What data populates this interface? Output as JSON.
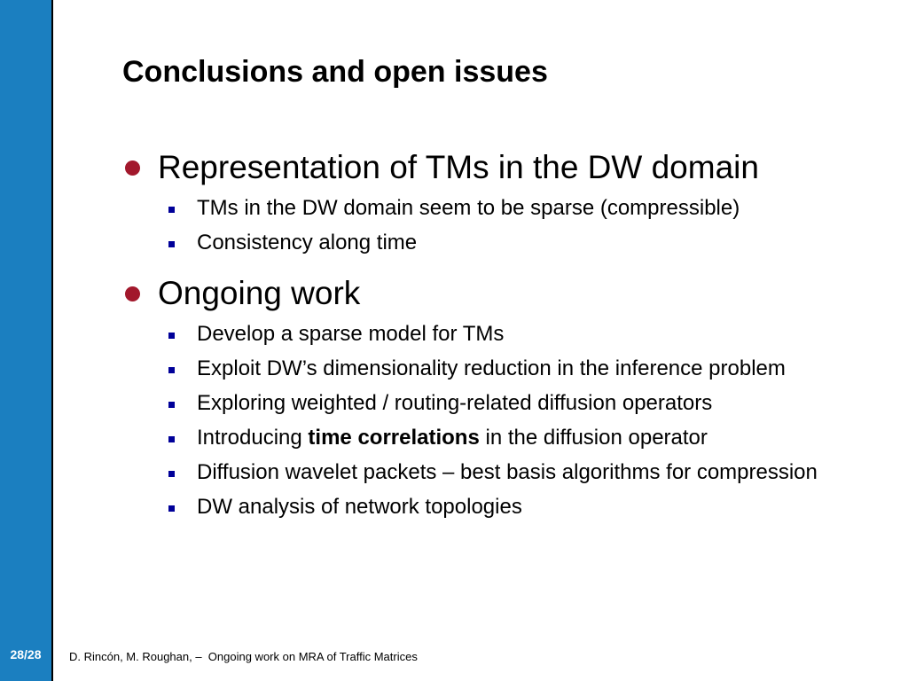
{
  "slide": {
    "title": "Conclusions and open issues",
    "page_number": "28/28",
    "footer": "D. Rincón, M. Roughan, –  Ongoing work on MRA of Traffic Matrices",
    "sections": [
      {
        "heading": "Representation of TMs in the DW domain",
        "items": [
          "TMs in the DW domain seem to be sparse (compressible)",
          "Consistency along time"
        ]
      },
      {
        "heading": "Ongoing work",
        "items": [
          "Develop a sparse model for TMs",
          "Exploit DW’s dimensionality reduction in the inference problem",
          "Exploring weighted / routing-related diffusion operators",
          {
            "before": "Introducing ",
            "bold": "time correlations",
            "after": " in the diffusion operator"
          },
          "Diffusion wavelet packets – best basis algorithms for compression",
          "DW analysis of network topologies"
        ]
      }
    ]
  },
  "colors": {
    "sidebar": "#1B7FC0",
    "heading_bullet": "#A2182C",
    "item_bullet": "#000099"
  }
}
